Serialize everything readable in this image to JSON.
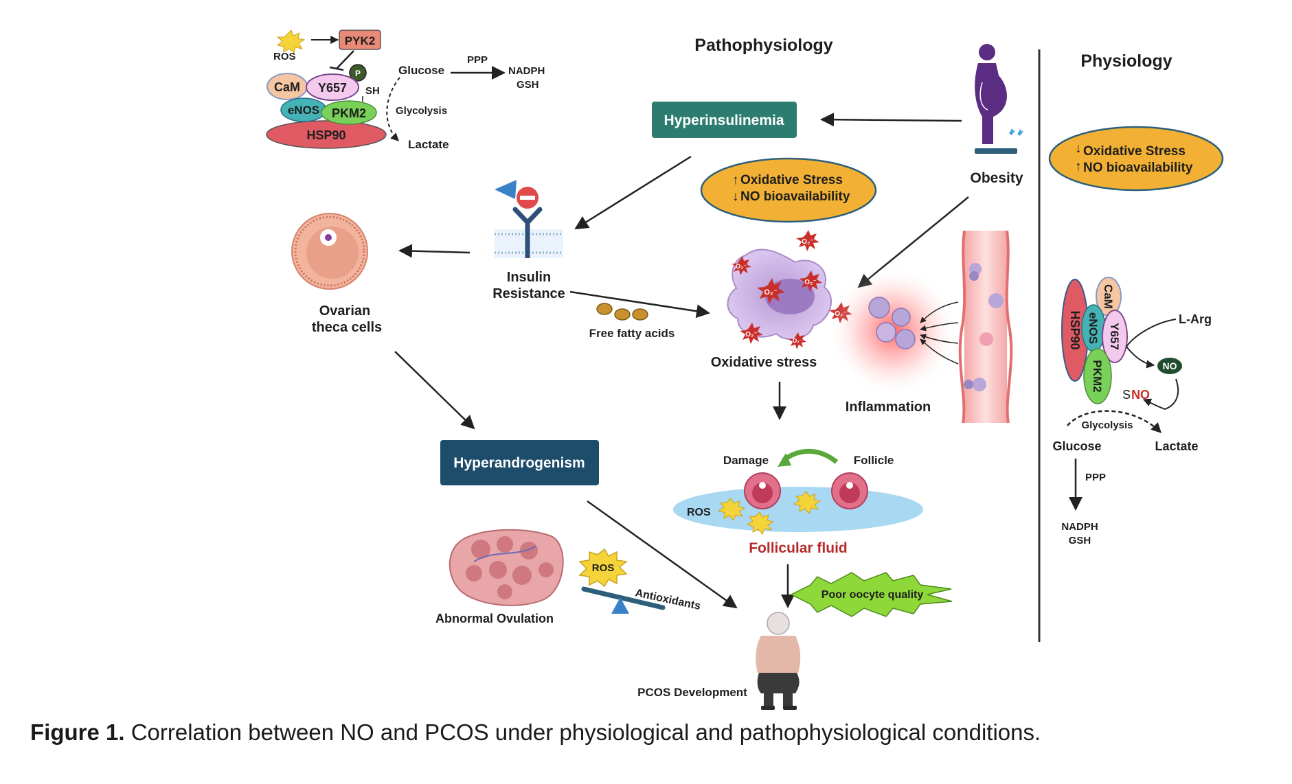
{
  "titles": {
    "pathophysiology": "Pathophysiology",
    "physiology": "Physiology"
  },
  "top_left_pathway": {
    "ros": "ROS",
    "pyk2": "PYK2",
    "p": "P",
    "cam": "CaM",
    "y657": "Y657",
    "sh": "SH",
    "enos": "eNOS",
    "pkm2": "PKM2",
    "hsp90": "HSP90",
    "glucose": "Glucose",
    "ppp": "PPP",
    "nadph": "NADPH",
    "gsh": "GSH",
    "glycolysis": "Glycolysis",
    "lactate": "Lactate"
  },
  "boxes": {
    "hyperinsulinemia": "Hyperinsulinemia",
    "hyperandrogenism": "Hyperandrogenism"
  },
  "patho_oval": {
    "line1": "Oxidative Stress",
    "line2": "NO bioavailability"
  },
  "physio_oval": {
    "line1": "Oxidative Stress",
    "line2": "NO bioavailability"
  },
  "nodes": {
    "obesity": "Obesity",
    "insulin_resistance_1": "Insulin",
    "insulin_resistance_2": "Resistance",
    "ovarian_1": "Ovarian",
    "ovarian_2": "theca cells",
    "free_fatty_acids": "Free fatty acids",
    "oxidative_stress": "Oxidative stress",
    "o2_badge": "O₂⁻",
    "inflammation": "Inflammation",
    "damage": "Damage",
    "follicle": "Follicle",
    "ros_follicle": "ROS",
    "follicular_fluid": "Follicular fluid",
    "poor_oocyte": "Poor oocyte quality",
    "ros_seesaw": "ROS",
    "antioxidants": "Antioxidants",
    "abnormal_ovulation": "Abnormal Ovulation",
    "pcos": "PCOS Development"
  },
  "right_pathway": {
    "cam": "CaM",
    "enos": "eNOS",
    "y657": "Y657",
    "hsp90": "HSP90",
    "pkm2": "PKM2",
    "l_arg": "L-Arg",
    "no": "NO",
    "sno_s": "S",
    "sno_no": "NO",
    "glycolysis": "Glycolysis",
    "glucose": "Glucose",
    "lactate": "Lactate",
    "ppp": "PPP",
    "nadph": "NADPH",
    "gsh": "GSH"
  },
  "caption": {
    "label": "Figure 1.",
    "text": "Correlation between NO and PCOS under physiological and pathophysiological conditions."
  },
  "colors": {
    "teal_box": "#2c7c70",
    "navy_box": "#1e4d6b",
    "oval_orange": "#f2b134",
    "oval_border": "#2d5f7a",
    "cam": "#f6c6a3",
    "y657": "#f4c9ee",
    "enos": "#45b2b6",
    "pkm2": "#7ad15a",
    "hsp90": "#e05a63",
    "pyk2": "#e98a78",
    "follicular_red": "#b52a2a",
    "obesity_purple": "#5b2d82"
  }
}
